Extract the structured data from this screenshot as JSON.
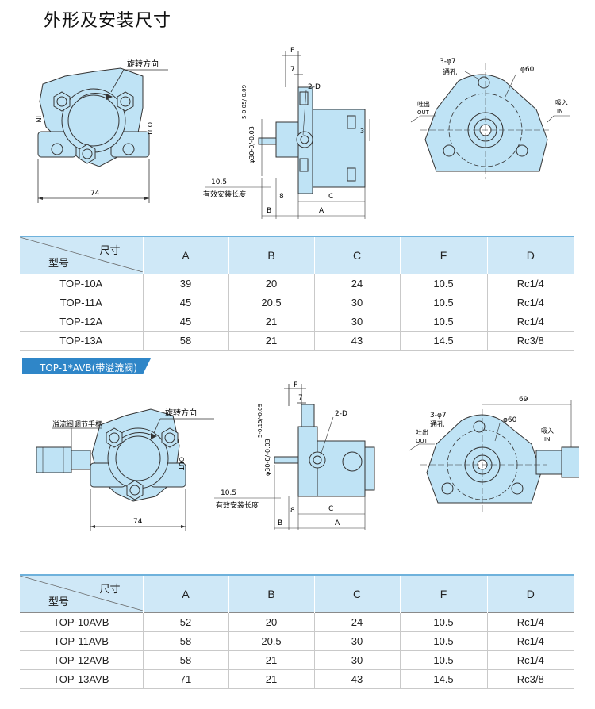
{
  "page_title": "外形及安装尺寸",
  "drawing1": {
    "rotation_label": "旋转方向",
    "port_in": "IN",
    "port_out": "OUT",
    "width_dim": "74",
    "dim_F": "F",
    "dim_7": "7",
    "dim_2D": "2-D",
    "dim_shaft_step": "5-0.05/-0.09",
    "dim_shaft_dia": "φ30-0/-0.03",
    "dim_3": "3",
    "dim_10_5": "10.5",
    "effective_length": "有效安装长度",
    "dim_8": "8",
    "dim_C": "C",
    "dim_B": "B",
    "dim_A": "A",
    "holes": "3-φ7",
    "through_hole": "通孔",
    "dia_60": "φ60",
    "outlet_cn": "吐出",
    "outlet_en": "OUT",
    "inlet_cn": "吸入",
    "inlet_en": "IN"
  },
  "table1": {
    "header_size": "尺寸",
    "header_model": "型号",
    "columns": [
      "A",
      "B",
      "C",
      "F",
      "D"
    ],
    "rows": [
      [
        "TOP-10A",
        "39",
        "20",
        "24",
        "10.5",
        "Rc1/4"
      ],
      [
        "TOP-11A",
        "45",
        "20.5",
        "30",
        "10.5",
        "Rc1/4"
      ],
      [
        "TOP-12A",
        "45",
        "21",
        "30",
        "10.5",
        "Rc1/4"
      ],
      [
        "TOP-13A",
        "58",
        "21",
        "43",
        "14.5",
        "Rc3/8"
      ]
    ]
  },
  "section2_tab": "TOP-1*AVB(带溢流阀)",
  "drawing2": {
    "relief_handle": "溢流阀调节手柄",
    "rotation_label": "旋转方向",
    "port_out": "OUT",
    "width_dim": "74",
    "dim_F": "F",
    "dim_7": "7",
    "dim_2D": "2-D",
    "dim_shaft_step": "5-0.15/-0.09",
    "dim_shaft_dia": "φ30-0/-0.03",
    "dim_10_5": "10.5",
    "effective_length": "有效安装长度",
    "dim_8": "8",
    "dim_C": "C",
    "dim_B": "B",
    "dim_A": "A",
    "dim_69": "69",
    "holes": "3-φ7",
    "through_hole": "通孔",
    "dia_60": "φ60",
    "outlet_cn": "吐出",
    "outlet_en": "OUT",
    "inlet_cn": "吸入",
    "inlet_en": "IN"
  },
  "table2": {
    "header_size": "尺寸",
    "header_model": "型号",
    "columns": [
      "A",
      "B",
      "C",
      "F",
      "D"
    ],
    "rows": [
      [
        "TOP-10AVB",
        "52",
        "20",
        "24",
        "10.5",
        "Rc1/4"
      ],
      [
        "TOP-11AVB",
        "58",
        "20.5",
        "30",
        "10.5",
        "Rc1/4"
      ],
      [
        "TOP-12AVB",
        "58",
        "21",
        "30",
        "10.5",
        "Rc1/4"
      ],
      [
        "TOP-13AVB",
        "71",
        "21",
        "43",
        "14.5",
        "Rc3/8"
      ]
    ]
  },
  "colors": {
    "part_fill": "#bfe3f5",
    "line": "#333333",
    "table_header": "#cfe8f7",
    "tab_blue": "#2f86c8"
  }
}
